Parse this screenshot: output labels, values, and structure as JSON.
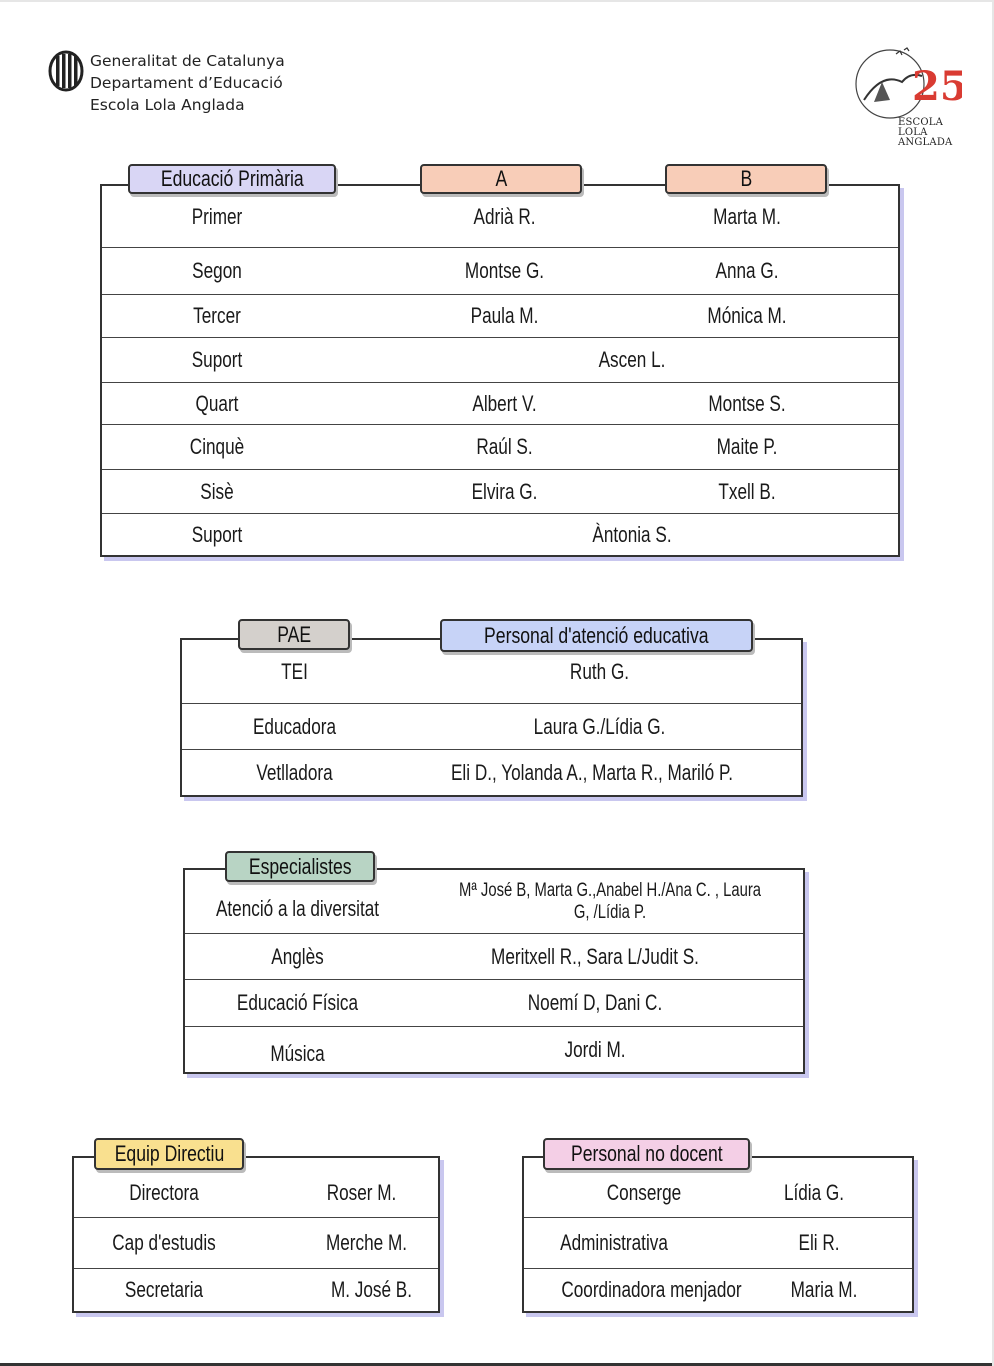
{
  "header": {
    "line1": "Generalitat de Catalunya",
    "line2": "Departament d’Educació",
    "line3": "Escola Lola Anglada"
  },
  "logo": {
    "number": "25",
    "name_line1": "ESCOLA",
    "name_line2": "LOLA",
    "name_line3": "ANGLADA"
  },
  "primary": {
    "title": "Educació Primària",
    "col_a": "A",
    "col_b": "B",
    "rows": [
      {
        "level": "Primer",
        "a": "Adrià R.",
        "b": "Marta M."
      },
      {
        "level": "Segon",
        "a": "Montse G.",
        "b": "Anna G."
      },
      {
        "level": "Tercer",
        "a": "Paula M.",
        "b": "Mónica M."
      },
      {
        "level": "Suport",
        "both": "Ascen L."
      },
      {
        "level": "Quart",
        "a": "Albert V.",
        "b": "Montse S."
      },
      {
        "level": "Cinquè",
        "a": "Raúl S.",
        "b": "Maite P."
      },
      {
        "level": "Sisè",
        "a": "Elvira G.",
        "b": "Txell B."
      },
      {
        "level": "Suport",
        "both": "Àntonia S."
      }
    ]
  },
  "pae": {
    "title": "PAE",
    "subtitle": "Personal d'atenció educativa",
    "rows": [
      {
        "role": "TEI",
        "names": "Ruth G."
      },
      {
        "role": "Educadora",
        "names": "Laura G./Lídia G."
      },
      {
        "role": "Vetlladora",
        "names": "Eli D., Yolanda A., Marta R., Mariló P."
      }
    ]
  },
  "specialists": {
    "title": "Especialistes",
    "rows": [
      {
        "role": "Atenció a la diversitat",
        "names": "Mª José B, Marta G.,Anabel H./Ana C. ,  Laura G, /Lídia P."
      },
      {
        "role": "Anglès",
        "names": "Meritxell R., Sara L/Judit S."
      },
      {
        "role": "Educació Física",
        "names": "Noemí D, Dani C."
      },
      {
        "role": "Música",
        "names": "Jordi M."
      }
    ]
  },
  "management": {
    "title": "Equip Directiu",
    "rows": [
      {
        "role": "Directora",
        "name": "Roser M."
      },
      {
        "role": "Cap d'estudis",
        "name": "Merche M."
      },
      {
        "role": "Secretaria",
        "name": "M. José B."
      }
    ]
  },
  "nonteaching": {
    "title": "Personal no docent",
    "rows": [
      {
        "role": "Conserge",
        "name": "Lídia G."
      },
      {
        "role": "Administrativa",
        "name": "Eli R."
      },
      {
        "role": "Coordinadora menjador",
        "name": "Maria M."
      }
    ]
  },
  "colors": {
    "primary_tab": "#d9d6f5",
    "ab_tab": "#f8cdb8",
    "pae_tab": "#d4d0cc",
    "pae_subtab": "#c7d3f7",
    "specialists_tab": "#b8d4c4",
    "management_tab": "#f9e08f",
    "nonteaching_tab": "#f4cfe6",
    "logo_red": "#d93b32"
  }
}
